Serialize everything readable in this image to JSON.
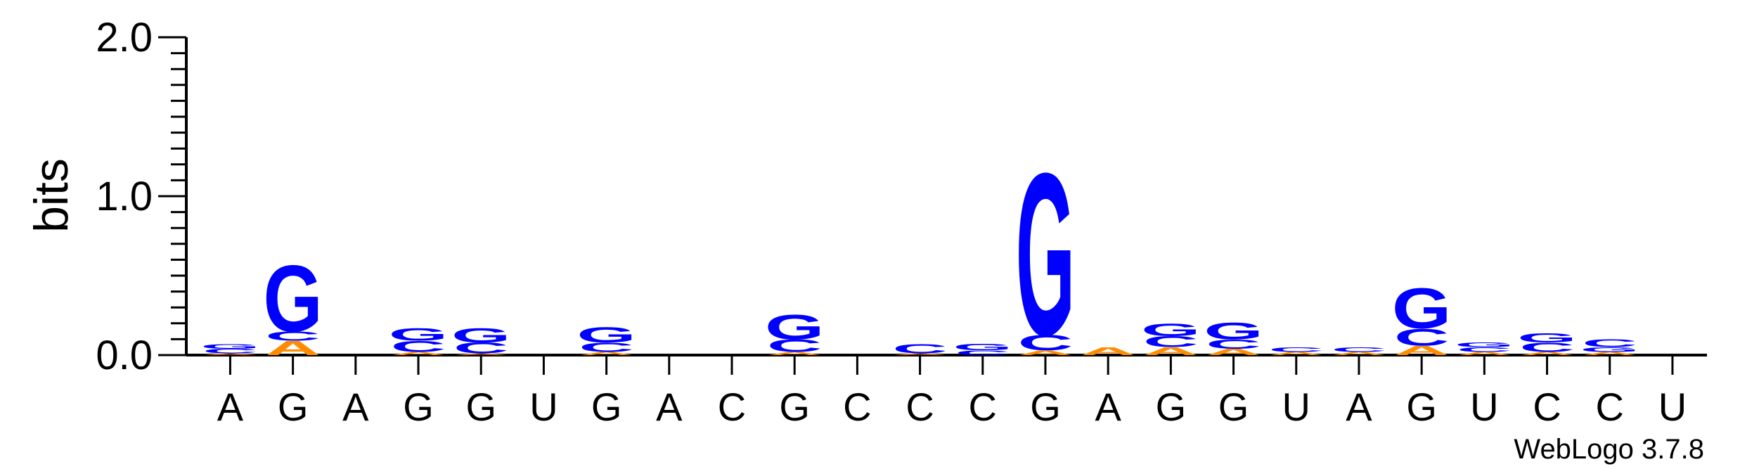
{
  "chart_data": {
    "type": "sequence-logo",
    "ylabel": "bits",
    "ylim": [
      0,
      2.0
    ],
    "yticks": [
      "0.0",
      "1.0",
      "2.0"
    ],
    "footer": "WebLogo 3.7.8",
    "colors": {
      "G": "#0000ff",
      "C": "#0000ff",
      "A": "#ff8c00",
      "U": "#ff0000"
    },
    "positions": [
      {
        "label": "A",
        "stack": [
          {
            "letter": "A",
            "height": 0.01
          },
          {
            "letter": "C",
            "height": 0.03
          },
          {
            "letter": "G",
            "height": 0.03
          }
        ]
      },
      {
        "label": "G",
        "stack": [
          {
            "letter": "A",
            "height": 0.09
          },
          {
            "letter": "C",
            "height": 0.06
          },
          {
            "letter": "G",
            "height": 0.43
          }
        ]
      },
      {
        "label": "A",
        "stack": []
      },
      {
        "label": "G",
        "stack": [
          {
            "letter": "A",
            "height": 0.02
          },
          {
            "letter": "C",
            "height": 0.07
          },
          {
            "letter": "G",
            "height": 0.08
          }
        ]
      },
      {
        "label": "G",
        "stack": [
          {
            "letter": "A",
            "height": 0.01
          },
          {
            "letter": "C",
            "height": 0.07
          },
          {
            "letter": "G",
            "height": 0.09
          }
        ]
      },
      {
        "label": "U",
        "stack": []
      },
      {
        "label": "G",
        "stack": [
          {
            "letter": "A",
            "height": 0.02
          },
          {
            "letter": "C",
            "height": 0.06
          },
          {
            "letter": "G",
            "height": 0.1
          }
        ]
      },
      {
        "label": "A",
        "stack": []
      },
      {
        "label": "C",
        "stack": []
      },
      {
        "label": "G",
        "stack": [
          {
            "letter": "A",
            "height": 0.02
          },
          {
            "letter": "C",
            "height": 0.08
          },
          {
            "letter": "G",
            "height": 0.16
          }
        ]
      },
      {
        "label": "C",
        "stack": []
      },
      {
        "label": "C",
        "stack": [
          {
            "letter": "A",
            "height": 0.01
          },
          {
            "letter": "C",
            "height": 0.06
          }
        ]
      },
      {
        "label": "C",
        "stack": [
          {
            "letter": "C",
            "height": 0.03
          },
          {
            "letter": "G",
            "height": 0.04
          }
        ]
      },
      {
        "label": "G",
        "stack": [
          {
            "letter": "A",
            "height": 0.03
          },
          {
            "letter": "C",
            "height": 0.1
          },
          {
            "letter": "G",
            "height": 1.05
          }
        ]
      },
      {
        "label": "A",
        "stack": [
          {
            "letter": "A",
            "height": 0.05
          }
        ]
      },
      {
        "label": "G",
        "stack": [
          {
            "letter": "A",
            "height": 0.05
          },
          {
            "letter": "C",
            "height": 0.07
          },
          {
            "letter": "G",
            "height": 0.08
          }
        ]
      },
      {
        "label": "G",
        "stack": [
          {
            "letter": "A",
            "height": 0.04
          },
          {
            "letter": "C",
            "height": 0.06
          },
          {
            "letter": "G",
            "height": 0.11
          }
        ]
      },
      {
        "label": "U",
        "stack": [
          {
            "letter": "A",
            "height": 0.02
          },
          {
            "letter": "C",
            "height": 0.03
          }
        ]
      },
      {
        "label": "A",
        "stack": [
          {
            "letter": "A",
            "height": 0.02
          },
          {
            "letter": "C",
            "height": 0.03
          }
        ]
      },
      {
        "label": "G",
        "stack": [
          {
            "letter": "A",
            "height": 0.06
          },
          {
            "letter": "C",
            "height": 0.11
          },
          {
            "letter": "G",
            "height": 0.26
          }
        ]
      },
      {
        "label": "U",
        "stack": [
          {
            "letter": "A",
            "height": 0.02
          },
          {
            "letter": "C",
            "height": 0.03
          },
          {
            "letter": "G",
            "height": 0.03
          }
        ]
      },
      {
        "label": "C",
        "stack": [
          {
            "letter": "A",
            "height": 0.02
          },
          {
            "letter": "C",
            "height": 0.06
          },
          {
            "letter": "G",
            "height": 0.06
          }
        ]
      },
      {
        "label": "C",
        "stack": [
          {
            "letter": "A",
            "height": 0.02
          },
          {
            "letter": "G",
            "height": 0.03
          },
          {
            "letter": "C",
            "height": 0.05
          }
        ]
      },
      {
        "label": "U",
        "stack": []
      }
    ]
  }
}
